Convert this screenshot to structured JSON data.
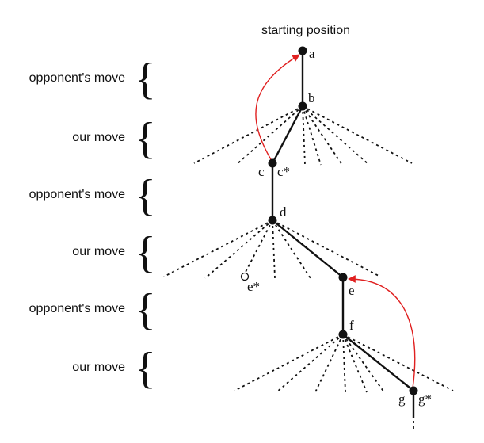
{
  "title": "starting position",
  "levels": [
    {
      "label": "opponent's move"
    },
    {
      "label": "our move"
    },
    {
      "label": "opponent's move"
    },
    {
      "label": "our move"
    },
    {
      "label": "opponent's move"
    },
    {
      "label": "our move"
    }
  ],
  "nodes": {
    "a": "a",
    "b": "b",
    "c": "c",
    "c_star": "c*",
    "d": "d",
    "e": "e",
    "e_star": "e*",
    "f": "f",
    "g": "g",
    "g_star": "g*"
  },
  "colors": {
    "tree": "#111111",
    "backup_arrow": "#e02020"
  }
}
